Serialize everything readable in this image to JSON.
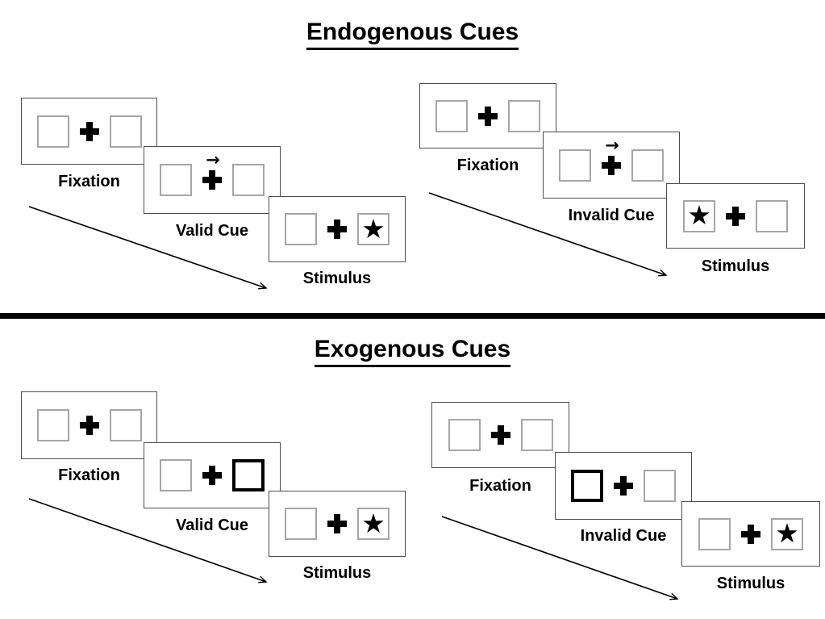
{
  "page": {
    "background": "#ffffff"
  },
  "colors": {
    "panel_border": "#4d4d4d",
    "box_border": "#a6a6a6",
    "cue_highlight_border": "#000000",
    "symbol": "#000000",
    "text": "#000000",
    "divider": "#000000"
  },
  "symbols": {
    "fixation_cross_icon": "heavy-plus-cross",
    "cue_arrow": "→",
    "star": "★",
    "timeline_arrow_icon": "diagonal-arrow-down-right"
  },
  "sections": [
    {
      "title": "Endogenous Cues",
      "sequences": [
        {
          "name": "valid",
          "panels": [
            {
              "label": "Fixation",
              "center": "cross",
              "left_box": "empty",
              "right_box": "empty"
            },
            {
              "label": "Valid Cue",
              "center": "cross",
              "cue": "arrow-right",
              "left_box": "empty",
              "right_box": "empty"
            },
            {
              "label": "Stimulus",
              "center": "cross",
              "left_box": "empty",
              "right_box": "star"
            }
          ]
        },
        {
          "name": "invalid",
          "panels": [
            {
              "label": "Fixation",
              "center": "cross",
              "left_box": "empty",
              "right_box": "empty"
            },
            {
              "label": "Invalid Cue",
              "center": "cross",
              "cue": "arrow-right",
              "left_box": "empty",
              "right_box": "empty"
            },
            {
              "label": "Stimulus",
              "center": "cross",
              "left_box": "star",
              "right_box": "empty"
            }
          ]
        }
      ]
    },
    {
      "title": "Exogenous Cues",
      "sequences": [
        {
          "name": "valid",
          "panels": [
            {
              "label": "Fixation",
              "center": "cross",
              "left_box": "empty",
              "right_box": "empty"
            },
            {
              "label": "Valid Cue",
              "center": "cross",
              "left_box": "empty",
              "right_box": "highlighted"
            },
            {
              "label": "Stimulus",
              "center": "cross",
              "left_box": "empty",
              "right_box": "star"
            }
          ]
        },
        {
          "name": "invalid",
          "panels": [
            {
              "label": "Fixation",
              "center": "cross",
              "left_box": "empty",
              "right_box": "empty"
            },
            {
              "label": "Invalid Cue",
              "center": "cross",
              "left_box": "highlighted",
              "right_box": "empty"
            },
            {
              "label": "Stimulus",
              "center": "cross",
              "left_box": "empty",
              "right_box": "star"
            }
          ]
        }
      ]
    }
  ]
}
